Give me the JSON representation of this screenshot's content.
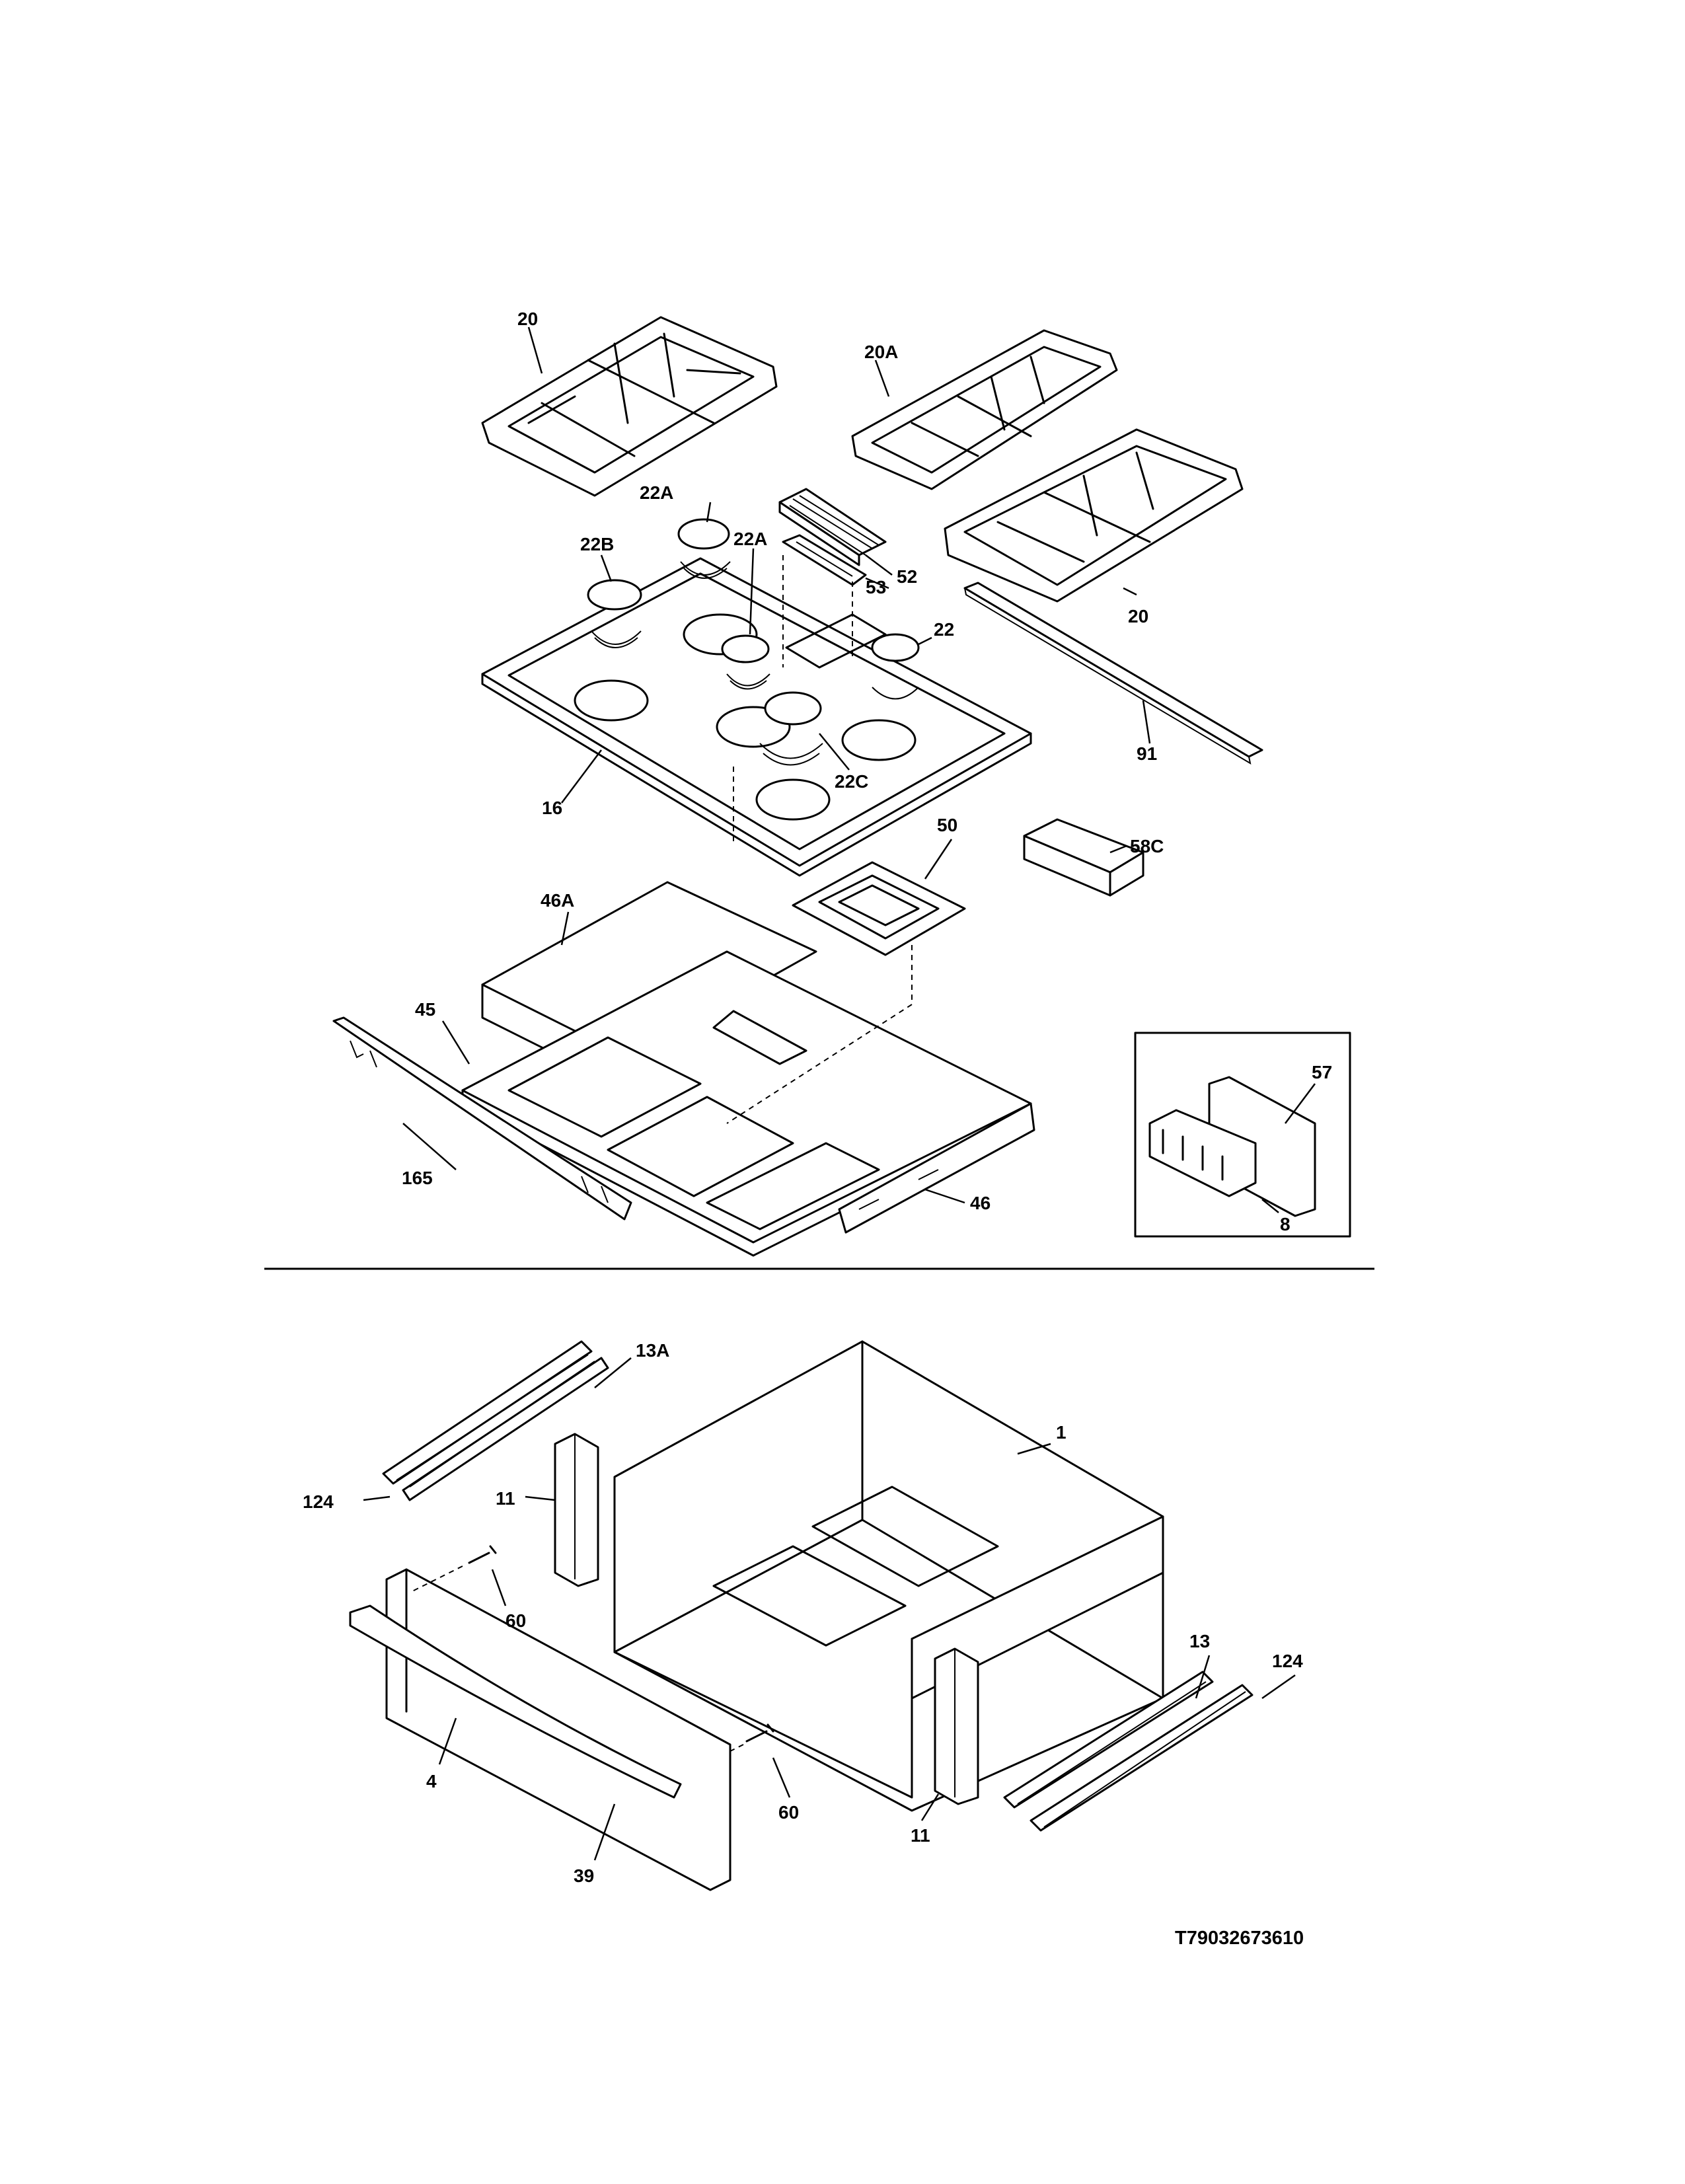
{
  "diagram": {
    "part_code": "T79032673610",
    "callouts": {
      "grate_left": "20",
      "grate_center": "20A",
      "grate_right": "20",
      "cap_22A_rear": "22A",
      "cap_22A_center": "22A",
      "cap_22B": "22B",
      "cap_22": "22",
      "cap_22C": "22C",
      "grill_top": "52",
      "grill_insert": "53",
      "cooktop": "16",
      "trim_strip": "91",
      "burner_box": "50",
      "block": "58C",
      "side_bracket_left": "46A",
      "burner_pan": "45",
      "rear_panel": "165",
      "side_bracket_right": "46",
      "inset_bracket": "57",
      "inset_switch": "8",
      "drawer_slide_left_top": "13A",
      "drawer_slide_left_bottom": "124",
      "drawer_body": "1",
      "support_left": "11",
      "support_right": "11",
      "screw_left": "60",
      "screw_right": "60",
      "drawer_front": "4",
      "handle": "39",
      "drawer_slide_right_top": "13",
      "drawer_slide_right_bottom": "124"
    }
  }
}
